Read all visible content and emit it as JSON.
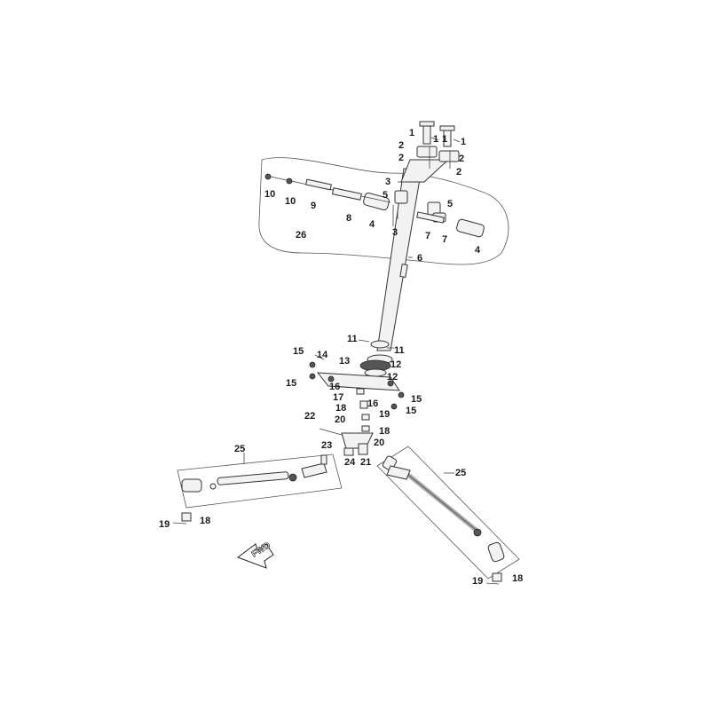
{
  "labels": {
    "l1a": "1",
    "l1b": "1",
    "l1c": "1",
    "l1d": "1",
    "l2a": "2",
    "l2b": "2",
    "l2c": "2",
    "l2d": "2",
    "l3a": "3",
    "l3b": "3",
    "l4a": "4",
    "l4b": "4",
    "l5a": "5",
    "l5b": "5",
    "l6": "6",
    "l7a": "7",
    "l7b": "7",
    "l8": "8",
    "l9": "9",
    "l10a": "10",
    "l10b": "10",
    "l11a": "11",
    "l11b": "11",
    "l12a": "12",
    "l12b": "12",
    "l13": "13",
    "l14": "14",
    "l15a": "15",
    "l15b": "15",
    "l15c": "15",
    "l15d": "15",
    "l16a": "16",
    "l16b": "16",
    "l17": "17",
    "l18a": "18",
    "l18b": "18",
    "l18c": "18",
    "l18d": "18",
    "l19a": "19",
    "l19b": "19",
    "l19c": "19",
    "l20a": "20",
    "l20b": "20",
    "l21": "21",
    "l22": "22",
    "l23": "23",
    "l24": "24",
    "l25a": "25",
    "l25b": "25",
    "l26": "26"
  },
  "direction_arrow": {
    "text": "FWD"
  }
}
